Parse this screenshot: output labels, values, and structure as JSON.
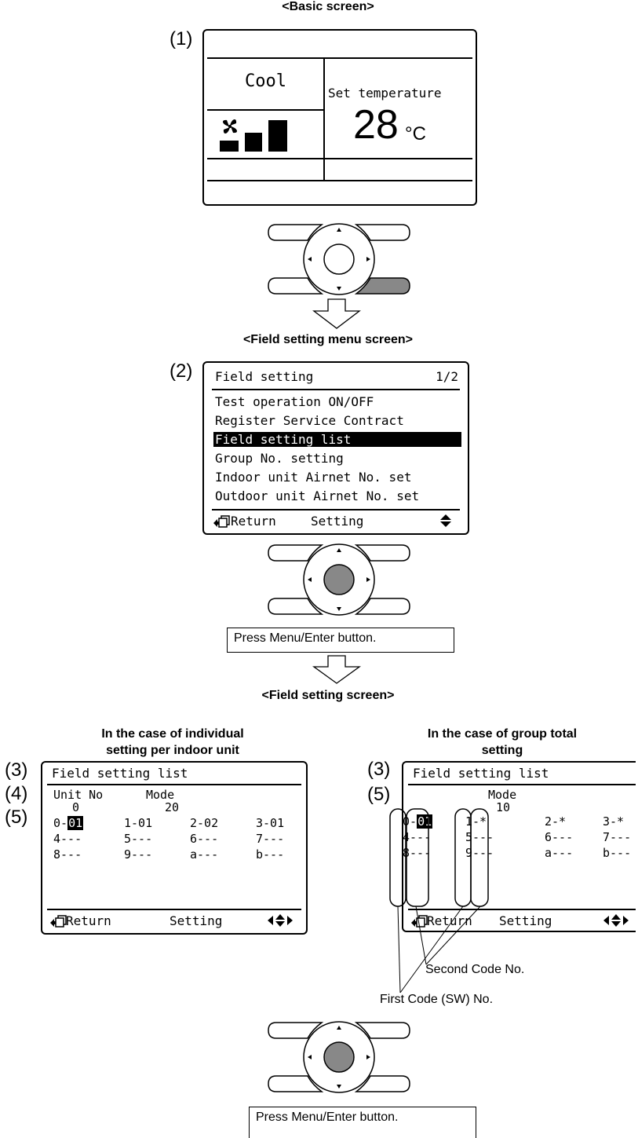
{
  "basic": {
    "caption": "<Basic screen>",
    "label": "(1)",
    "mode": "Cool",
    "set_temp_label": "Set temperature",
    "temp_value": "28",
    "temp_unit": "°C"
  },
  "field_menu": {
    "caption": "<Field setting menu screen>",
    "label": "(2)",
    "title": "Field setting",
    "page": "1/2",
    "items": [
      "Test operation ON/OFF",
      "Register Service Contract",
      "Field setting list",
      "Group No. setting",
      "Indoor unit Airnet No. set",
      "Outdoor unit Airnet No. set"
    ],
    "selected_index": 2,
    "footer_return": "Return",
    "footer_setting": "Setting"
  },
  "note_press_1": "Press Menu/Enter button.",
  "field_screen_caption": "<Field setting screen>",
  "individual": {
    "caption_line1": "In the case of individual",
    "caption_line2": "setting per indoor unit",
    "labels": [
      "(3)",
      "(4)",
      "(5)"
    ],
    "title": "Field setting list",
    "unit_label": "Unit No",
    "mode_label": "Mode",
    "unit_value": "0",
    "mode_value": "20",
    "row1": [
      "0-",
      "01",
      "1-01",
      "2-02",
      "3-01"
    ],
    "row2": [
      "4---",
      "5---",
      "6---",
      "7---"
    ],
    "row3": [
      "8---",
      "9---",
      "a---",
      "b---"
    ],
    "footer_return": "Return",
    "footer_setting": "Setting"
  },
  "group": {
    "caption_line1": "In the case of group total",
    "caption_line2": "setting",
    "labels": [
      "(3)",
      "(5)"
    ],
    "title": "Field setting list",
    "mode_label": "Mode",
    "mode_value": "10",
    "row1": [
      "0-",
      "01",
      "1-*",
      "2-*",
      "3-*"
    ],
    "row2": [
      "4---",
      "5---",
      "6---",
      "7---"
    ],
    "row3": [
      "8---",
      "9---",
      "a---",
      "b---"
    ],
    "footer_return": "Return",
    "footer_setting": "Setting",
    "annotation_second": "Second Code No.",
    "annotation_first": "First Code (SW) No."
  },
  "note_press_2": "Press Menu/Enter button."
}
